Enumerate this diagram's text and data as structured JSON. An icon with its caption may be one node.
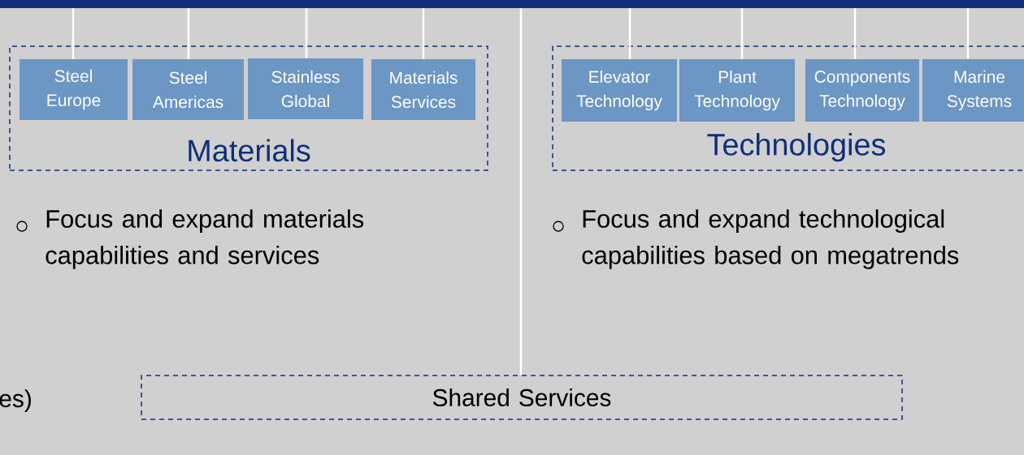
{
  "diagram": {
    "nodes": [
      {
        "text": [],
        "shape": "bar"
      },
      {
        "text": [
          "Materials"
        ]
      },
      {
        "text": [
          "Steel Europe"
        ],
        "in": 1
      },
      {
        "text": [
          "Steel Americas"
        ],
        "in": 1
      },
      {
        "text": [
          "Stainless Global"
        ],
        "in": 1
      },
      {
        "text": [
          "Materials Services"
        ],
        "in": 1
      },
      {
        "text": [
          "Technologies"
        ]
      },
      {
        "text": [
          "Elevator Technology"
        ],
        "in": 6
      },
      {
        "text": [
          "Plant Technology"
        ],
        "in": 6
      },
      {
        "text": [
          "Components Technology"
        ],
        "in": 6
      },
      {
        "text": [
          "Marine Systems"
        ],
        "in": 6
      },
      {
        "text": [
          "Shared Services"
        ]
      }
    ],
    "edges": [
      {
        "from": 0,
        "to": 2,
        "arrow": "none"
      },
      {
        "from": 0,
        "to": 3,
        "arrow": "none"
      },
      {
        "from": 0,
        "to": 4,
        "arrow": "none"
      },
      {
        "from": 0,
        "to": 5,
        "arrow": "none"
      },
      {
        "from": 0,
        "to": 7,
        "arrow": "none"
      },
      {
        "from": 0,
        "to": 8,
        "arrow": "none"
      },
      {
        "from": 0,
        "to": 9,
        "arrow": "none"
      },
      {
        "from": 0,
        "to": 10,
        "arrow": "none"
      },
      {
        "from": 0,
        "to": 11,
        "arrow": "none"
      }
    ],
    "labels": [
      "Focus and expand materials capabilities and services",
      "Focus and expand technological capabilities based on megatrends",
      "es)"
    ]
  }
}
